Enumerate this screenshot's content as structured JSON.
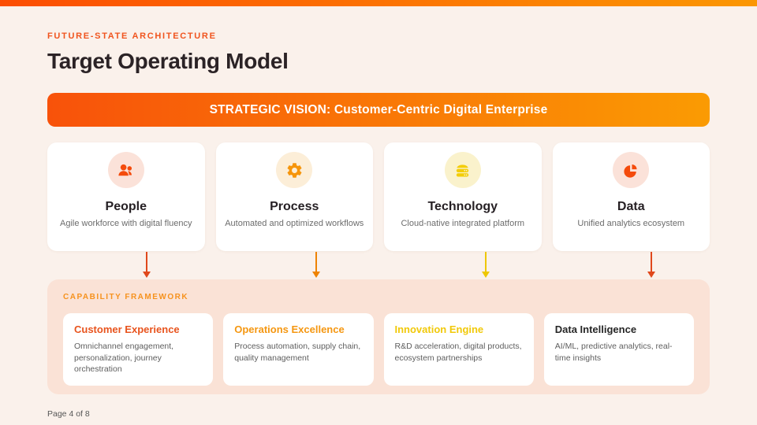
{
  "header": {
    "eyebrow": "FUTURE-STATE ARCHITECTURE",
    "title": "Target Operating Model"
  },
  "banner": {
    "text": "STRATEGIC VISION: Customer-Centric Digital Enterprise"
  },
  "pillars": [
    {
      "icon": "people-icon",
      "title": "People",
      "description": "Agile workforce with digital fluency",
      "accent_color": "#F44B0C",
      "icon_bg_color": "#FBE2D9",
      "arrow_color": "#E0481C"
    },
    {
      "icon": "gear-icon",
      "title": "Process",
      "description": "Automated and optimized workflows",
      "accent_color": "#F6950B",
      "icon_bg_color": "#FCEED8",
      "arrow_color": "#EE8302"
    },
    {
      "icon": "server-icon",
      "title": "Technology",
      "description": "Cloud-native integrated platform",
      "accent_color": "#F3CD08",
      "icon_bg_color": "#FAF2CC",
      "arrow_color": "#EEC701"
    },
    {
      "icon": "pie-chart-icon",
      "title": "Data",
      "description": "Unified analytics ecosystem",
      "accent_color": "#F44B0C",
      "icon_bg_color": "#FBE2D9",
      "arrow_color": "#E0481C"
    }
  ],
  "framework": {
    "label": "CAPABILITY FRAMEWORK",
    "cards": [
      {
        "title": "Customer Experience",
        "description": "Omnichannel engagement, personalization, journey orchestration",
        "title_color": "#E8541E"
      },
      {
        "title": "Operations Excellence",
        "description": "Process automation, supply chain, quality management",
        "title_color": "#F59711"
      },
      {
        "title": "Innovation Engine",
        "description": "R&D acceleration, digital products, ecosystem partnerships",
        "title_color": "#F1C90A"
      },
      {
        "title": "Data Intelligence",
        "description": "AI/ML, predictive analytics, real-time insights",
        "title_color": "#262626"
      }
    ]
  },
  "footer": {
    "page_indicator": "Page 4 of 8"
  },
  "theme": {
    "background": "#FAF1EB",
    "top_bar_gradient": [
      "#FC4D03",
      "#FB9703"
    ],
    "banner_gradient": [
      "#F8520A",
      "#FA9B03"
    ],
    "framework_background": "#FAE2D6",
    "eyebrow_color": "#F0541E",
    "title_color": "#2B2326"
  }
}
